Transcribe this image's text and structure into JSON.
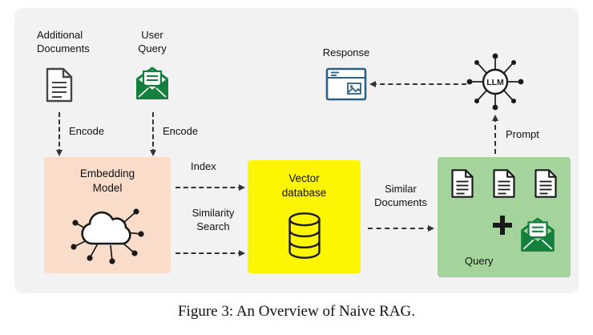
{
  "figure": {
    "caption": "Figure 3: An Overview of Naive RAG."
  },
  "colors": {
    "panel_bg": "#f2f2f2",
    "ink": "#1a1a1a",
    "embedding_box_bg": "#fadcca",
    "vector_box_bg": "#fdf501",
    "query_box_bg": "#a5d39c",
    "envelope_green": "#15803d",
    "document_gray": "#454545",
    "browser_blue": "#2e5f86"
  },
  "nodes": {
    "additional_documents": {
      "label": "Additional\nDocuments"
    },
    "user_query": {
      "label": "User\nQuery"
    },
    "embedding_model": {
      "label": "Embedding\nModel"
    },
    "vector_database": {
      "label": "Vector\ndatabase"
    },
    "retrieved_context": {
      "label": "Query"
    },
    "response": {
      "label": "Response"
    },
    "llm": {
      "label": "LLM"
    }
  },
  "edges": {
    "encode_documents": {
      "label": "Encode"
    },
    "encode_query": {
      "label": "Encode"
    },
    "index": {
      "label": "Index"
    },
    "similarity_search": {
      "label": "Similarity\nSearch"
    },
    "similar_documents": {
      "label": "Similar\nDocuments"
    },
    "prompt": {
      "label": "Prompt"
    }
  },
  "icons": {
    "additional_documents": "document-icon",
    "user_query": "open-envelope-icon",
    "embedding_model": "cloud-network-icon",
    "vector_database": "database-cylinder-icon",
    "retrieved_documents": "document-icon",
    "plus": "plus-icon",
    "retrieved_query": "open-envelope-icon",
    "llm": "llm-network-icon",
    "response": "browser-window-icon"
  }
}
